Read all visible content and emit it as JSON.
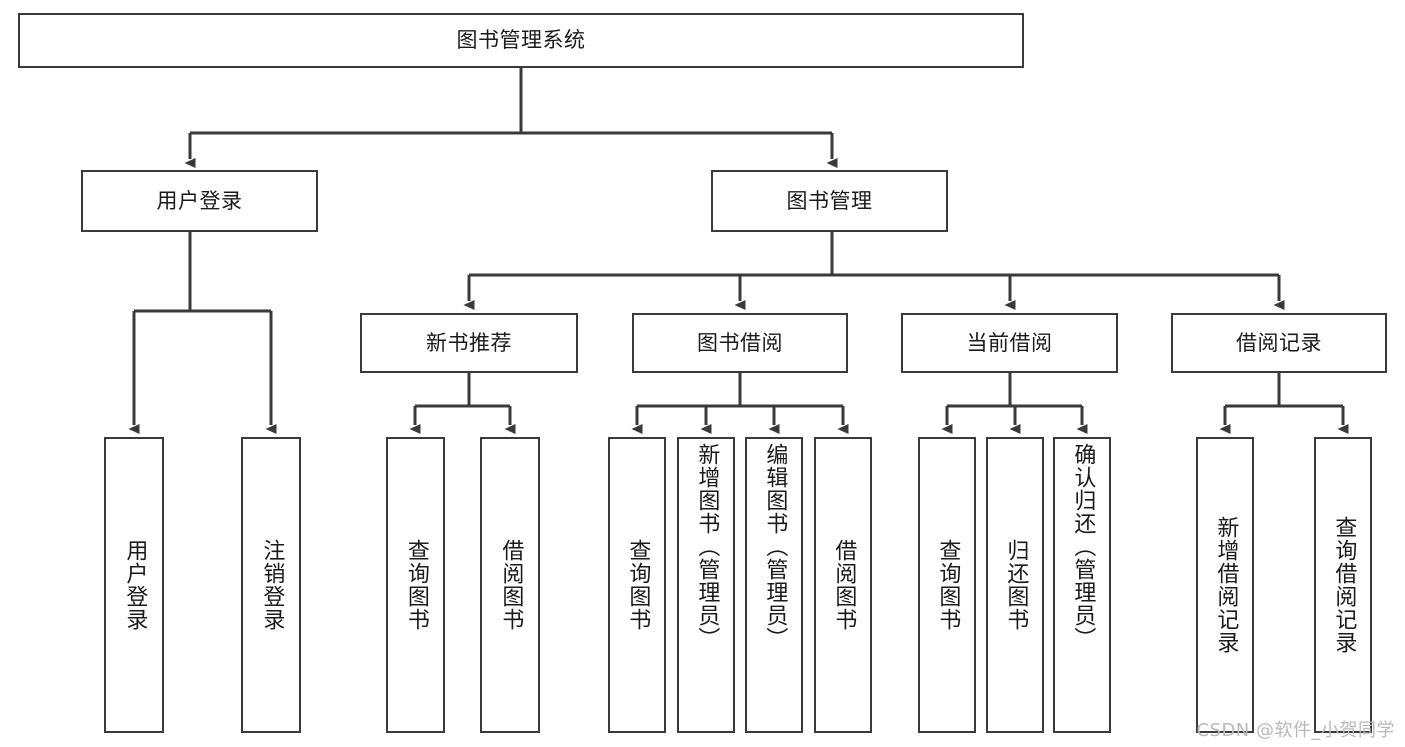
{
  "diagram": {
    "title": "图书管理系统",
    "type": "tree-hierarchy-diagram",
    "watermark": "CSDN @软件_小贺同学",
    "colors": {
      "box_border": "#3a3a3a",
      "box_fill": "#ffffff",
      "connector": "#3a3a3a",
      "text": "#1b1b1b",
      "watermark": "#b9b9b9"
    },
    "nodes": {
      "root": {
        "label": "图书管理系统"
      },
      "level2": [
        {
          "id": "user-login",
          "label": "用户登录"
        },
        {
          "id": "book-management",
          "label": "图书管理"
        }
      ],
      "level3": [
        {
          "id": "new-book-recommend",
          "label": "新书推荐"
        },
        {
          "id": "book-borrow",
          "label": "图书借阅"
        },
        {
          "id": "current-borrow",
          "label": "当前借阅"
        },
        {
          "id": "borrow-record",
          "label": "借阅记录"
        }
      ],
      "leaves": [
        {
          "id": "leaf-user-login",
          "label": "用户登录",
          "parent": "user-login"
        },
        {
          "id": "leaf-user-logout",
          "label": "注销登录",
          "parent": "user-login"
        },
        {
          "id": "leaf-query-book-1",
          "label": "查询图书",
          "parent": "new-book-recommend"
        },
        {
          "id": "leaf-borrow-book-1",
          "label": "借阅图书",
          "parent": "new-book-recommend"
        },
        {
          "id": "leaf-query-book-2",
          "label": "查询图书",
          "parent": "book-borrow"
        },
        {
          "id": "leaf-add-book",
          "label": "新增图书（管理员）",
          "parent": "book-borrow"
        },
        {
          "id": "leaf-edit-book",
          "label": "编辑图书（管理员）",
          "parent": "book-borrow"
        },
        {
          "id": "leaf-borrow-book-2",
          "label": "借阅图书",
          "parent": "book-borrow"
        },
        {
          "id": "leaf-query-book-3",
          "label": "查询图书",
          "parent": "current-borrow"
        },
        {
          "id": "leaf-return-book",
          "label": "归还图书",
          "parent": "current-borrow"
        },
        {
          "id": "leaf-confirm-return",
          "label": "确认归还（管理员）",
          "parent": "current-borrow"
        },
        {
          "id": "leaf-add-record",
          "label": "新增借阅记录",
          "parent": "borrow-record"
        },
        {
          "id": "leaf-query-record",
          "label": "查询借阅记录",
          "parent": "borrow-record"
        }
      ]
    }
  }
}
